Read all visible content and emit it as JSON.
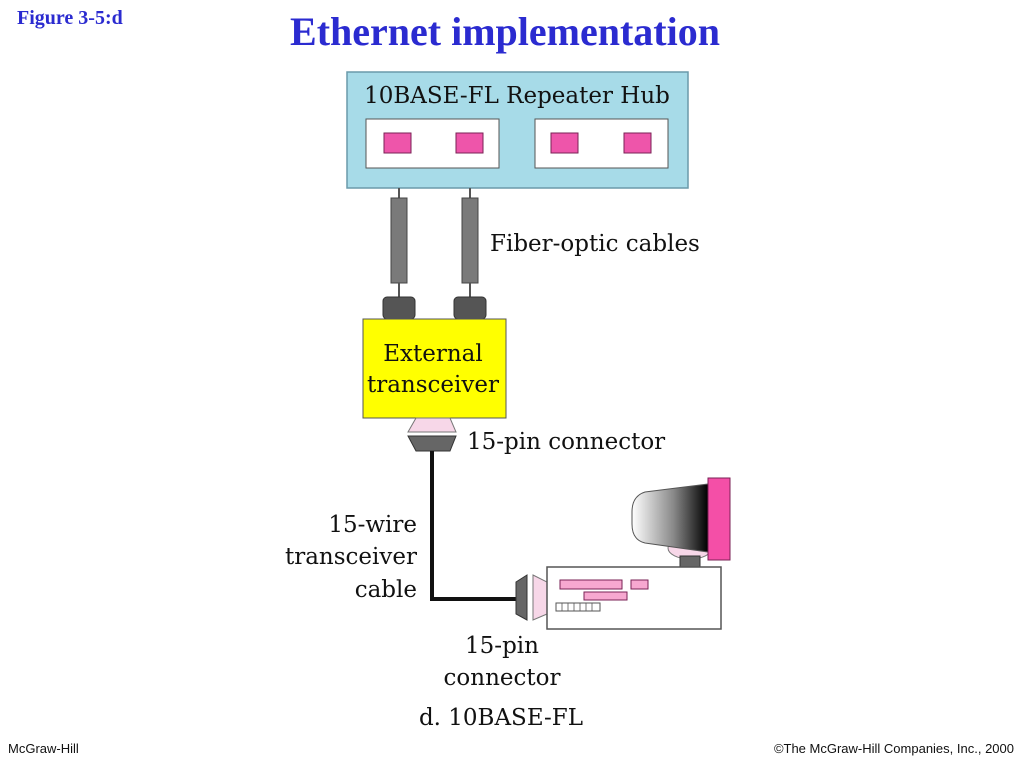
{
  "figure_label": "Figure  3-5:d",
  "title": "Ethernet implementation",
  "diagram": {
    "hub_label": "10BASE-FL Repeater Hub",
    "fiber_label": "Fiber-optic cables",
    "transceiver_line1": "External",
    "transceiver_line2": "transceiver",
    "connector_top_label": "15-pin connector",
    "cable_line1": "15-wire",
    "cable_line2": "transceiver",
    "cable_line3": "cable",
    "connector_bottom_line1": "15-pin",
    "connector_bottom_line2": "connector",
    "caption": "d. 10BASE-FL"
  },
  "colors": {
    "title": "#2b2bd0",
    "hub_fill": "#a7dbe8",
    "port": "#ee55aa",
    "transceiver_fill": "#ffff00",
    "monitor_bezel": "#f44fa7"
  },
  "footer": {
    "left": "McGraw-Hill",
    "right": "©The McGraw-Hill Companies, Inc., 2000"
  }
}
